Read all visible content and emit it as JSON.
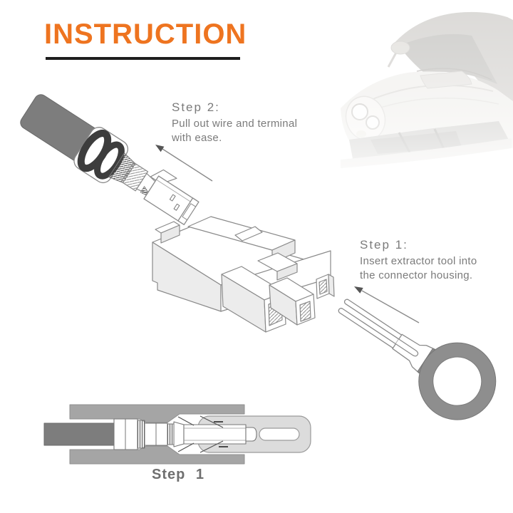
{
  "header": {
    "title": "INSTRUCTION",
    "title_color": "#ee7420",
    "underline_color": "#1d1d1d"
  },
  "steps": {
    "step2": {
      "label": "Step 2:",
      "lines": [
        "Pull out wire and terminal",
        "with ease."
      ]
    },
    "step1": {
      "label": "Step 1:",
      "lines": [
        "Insert extractor tool into",
        "the connector housing."
      ]
    },
    "bottom_caption": "Step 1"
  },
  "style": {
    "step_text_color": "#7b7b7b",
    "caption_color": "#6f6f6f",
    "outline_color": "#8a8a8a",
    "wire_color": "#7d7d7d",
    "tool_handle_color": "#8e8e8e",
    "tool_blade_color": "#dcdcdc",
    "housing_wall_color": "#a5a5a5"
  },
  "illustrations": {
    "wire_terminal": "wire-with-crimped-terminal",
    "connector_housing": "two-cavity-connector-housing",
    "extractor_tool": "terminal-extractor-tool",
    "cross_section": "tool-in-housing-cross-section",
    "car": "faded-sports-car-photo"
  }
}
